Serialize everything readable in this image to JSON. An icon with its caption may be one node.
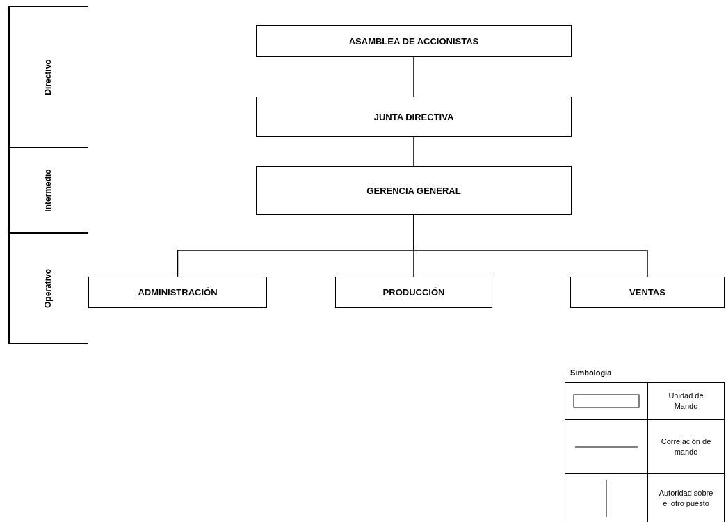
{
  "diagram": {
    "nodes": [
      {
        "text": [
          "ASAMBLEA DE ACCIONISTAS"
        ]
      },
      {
        "text": [
          "JUNTA DIRECTIVA"
        ]
      },
      {
        "text": [
          "GERENCIA GENERAL"
        ]
      },
      {
        "text": [
          "ADMINISTRACIÓN"
        ]
      },
      {
        "text": [
          "PRODUCCIÓN"
        ]
      },
      {
        "text": [
          "VENTAS"
        ]
      }
    ],
    "edges": [
      {
        "from": 0,
        "to": 1,
        "arrow": "none"
      },
      {
        "from": 1,
        "to": 2,
        "arrow": "none"
      },
      {
        "from": 2,
        "to": 3,
        "arrow": "none"
      },
      {
        "from": 2,
        "to": 4,
        "arrow": "none"
      },
      {
        "from": 2,
        "to": 5,
        "arrow": "none"
      }
    ],
    "labels": [
      "Directivo",
      "Intermedio",
      "Operativo",
      "Simbología"
    ],
    "legend": [
      {
        "text": "Unidad de Mando"
      },
      {
        "text": "Correlación de mando"
      },
      {
        "text": "Autoridad sobre el otro puesto"
      }
    ]
  }
}
